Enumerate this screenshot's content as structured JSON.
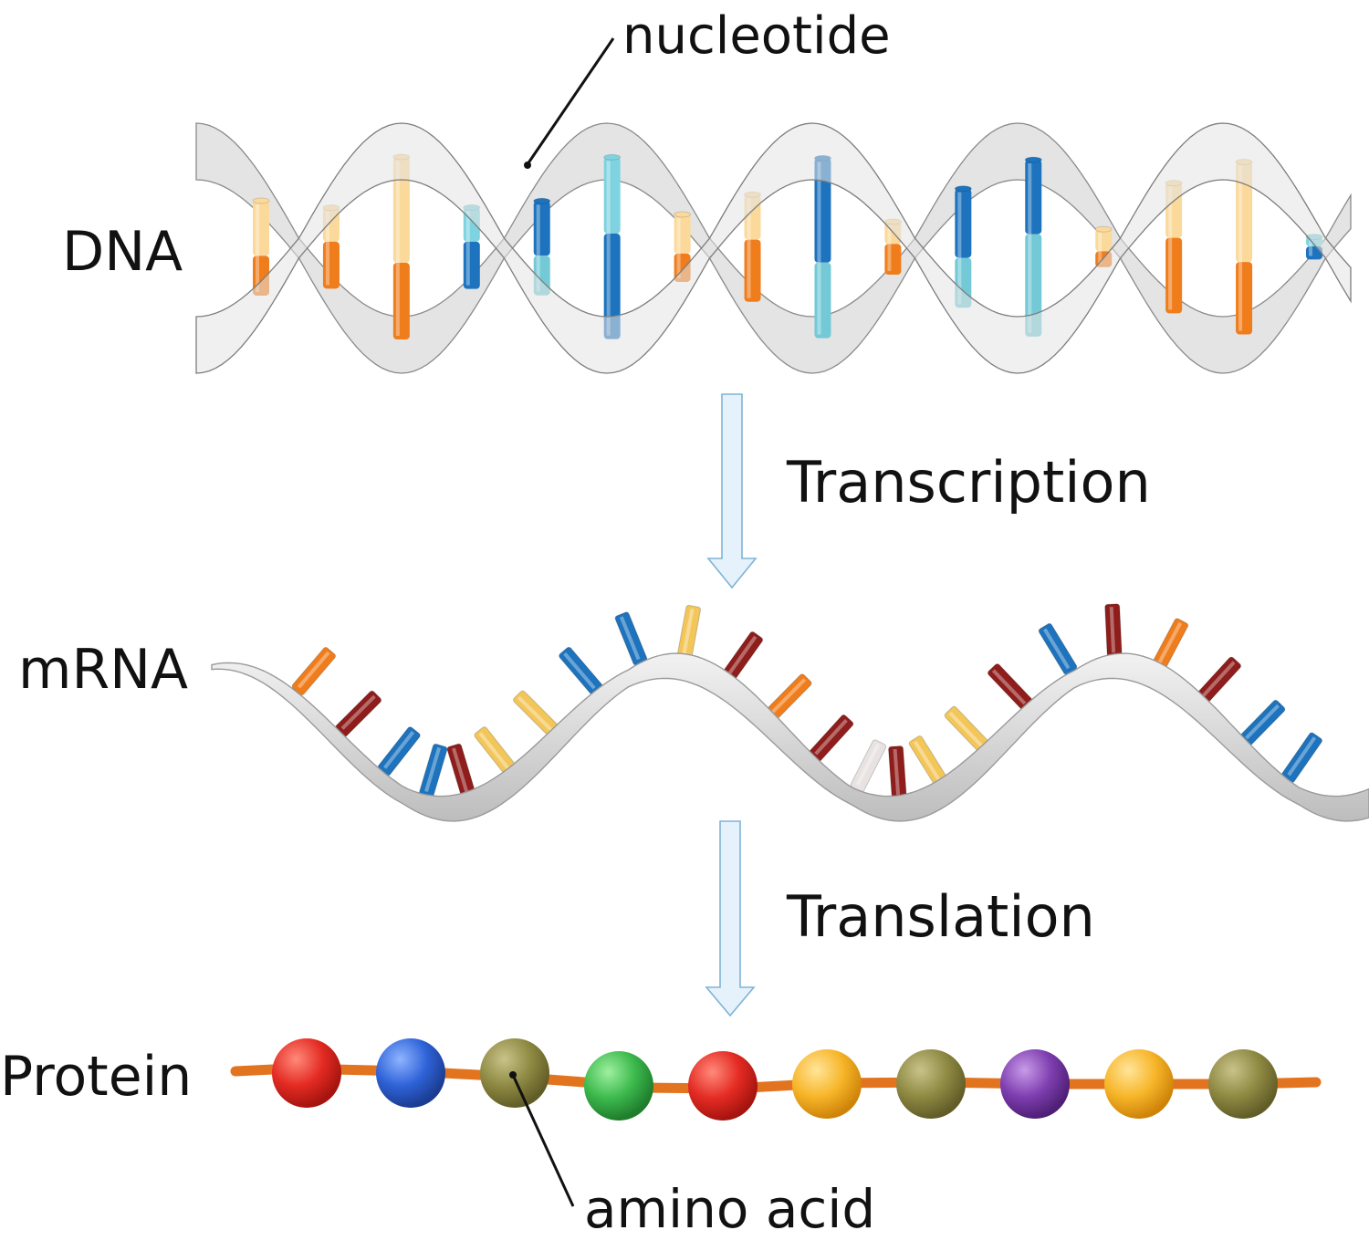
{
  "labels": {
    "dna": "DNA",
    "mrna": "mRNA",
    "protein": "Protein",
    "transcription": "Transcription",
    "translation": "Translation",
    "nucleotide": "nucleotide",
    "amino_acid": "amino acid"
  },
  "colors": {
    "background": "#ffffff",
    "backbone": "#d2d2d2",
    "backbone_edge": "#8a8a8a",
    "arrow_fill": "#e6f2fb",
    "arrow_stroke": "#7fb3d6",
    "chain": "#e2731f",
    "text": "#111111"
  },
  "dna_bases": [
    "orange",
    "orange",
    "orange",
    "blue",
    "teal",
    "blue",
    "orange",
    "orange",
    "teal",
    "orange",
    "teal",
    "teal",
    "orange",
    "orange",
    "orange",
    "blue"
  ],
  "mrna_bases": [
    "orange",
    "darkred",
    "blue",
    "blue",
    "darkred",
    "yellow",
    "yellow",
    "blue",
    "blue",
    "yellow",
    "darkred",
    "orange",
    "darkred",
    "white",
    "darkred",
    "yellow",
    "yellow",
    "darkred",
    "blue",
    "darkred",
    "orange",
    "darkred",
    "blue",
    "blue"
  ],
  "amino_acids": [
    "red",
    "blue",
    "olive",
    "green",
    "red",
    "yellow",
    "olive",
    "purple",
    "yellow",
    "olive"
  ]
}
